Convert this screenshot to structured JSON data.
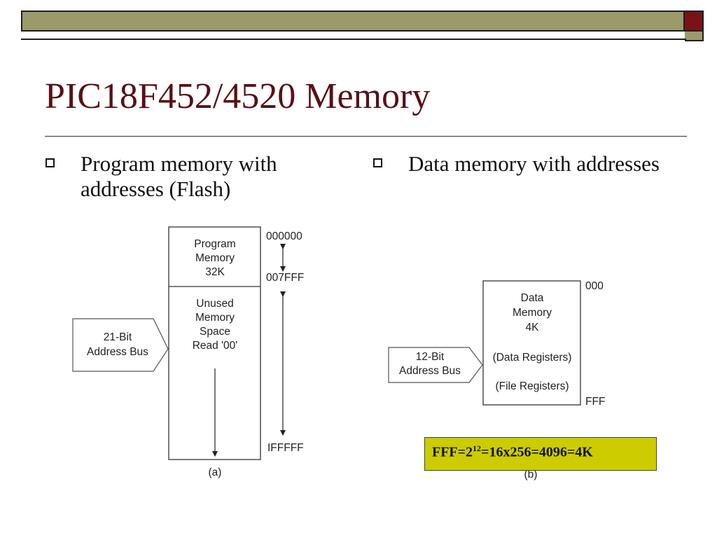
{
  "slide": {
    "title": "PIC18F452/4520 Memory",
    "bullets": [
      {
        "text": "Program memory with addresses (Flash)"
      },
      {
        "text": "Data memory with addresses"
      }
    ]
  },
  "program_memory": {
    "block_top": [
      "Program",
      "Memory",
      "32K"
    ],
    "block_bottom": [
      "Unused",
      "Memory",
      "Space",
      "Read '00'"
    ],
    "bus_label": [
      "21-Bit",
      "Address Bus"
    ],
    "addr_start": "000000",
    "addr_end_used": "007FFF",
    "addr_end": "IFFFFF",
    "caption": "(a)"
  },
  "data_memory": {
    "block": [
      "Data",
      "Memory",
      "4K"
    ],
    "registers": [
      "(Data Registers)",
      "(File Registers)"
    ],
    "bus_label": [
      "12-Bit",
      "Address Bus"
    ],
    "addr_start": "000",
    "addr_end": "FFF",
    "caption": "(b)"
  },
  "formula": {
    "prefix": "FFF=2",
    "exponent": "12",
    "suffix": "=16x256=4096=4K"
  },
  "colors": {
    "title": "#5a0f16",
    "bar": "#9b9a6b",
    "bar_accent": "#7a1414",
    "formula_bg": "#cccc00"
  }
}
